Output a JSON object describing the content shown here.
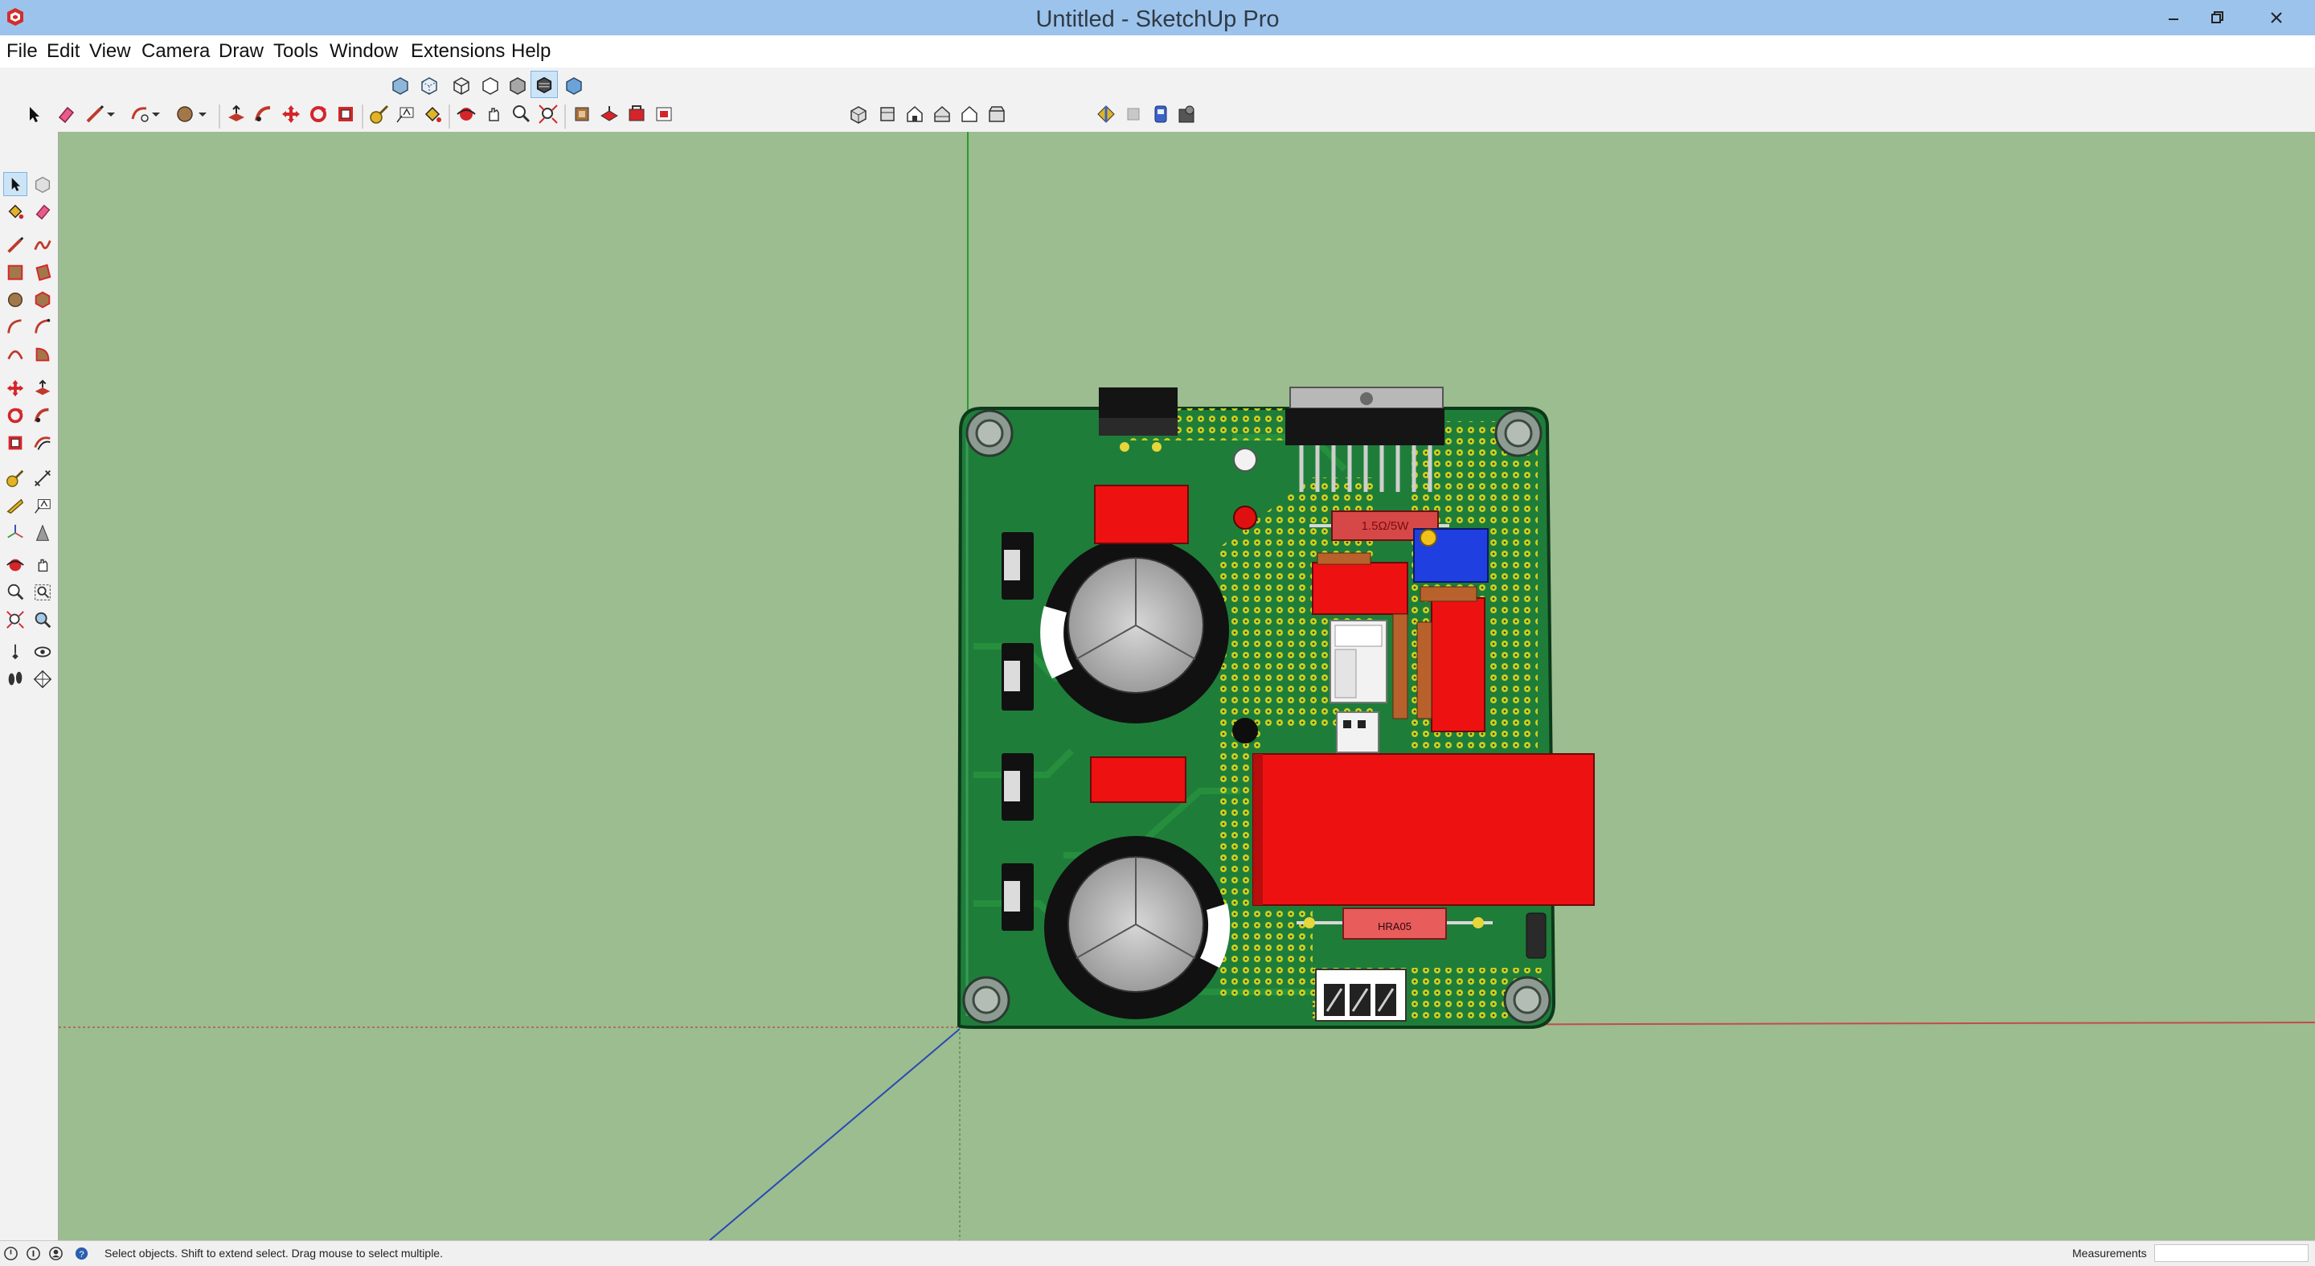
{
  "window": {
    "title": "Untitled - SketchUp Pro"
  },
  "menu": {
    "items": [
      "File",
      "Edit",
      "View",
      "Camera",
      "Draw",
      "Tools",
      "Window",
      "Extensions",
      "Help"
    ]
  },
  "model": {
    "resistor_top_label": "1.5Ω/5W",
    "resistor_bottom_label": "HRA05"
  },
  "status": {
    "hint": "Select objects. Shift to extend select. Drag mouse to select multiple."
  },
  "measurements": {
    "label": "Measurements",
    "value": ""
  },
  "colors": {
    "title_bar": "#9cc3ec",
    "viewport": "#9bbd8f",
    "pcb": "#1f7d3a",
    "component_red": "#ee1111",
    "trimmer_blue": "#1f3fe0",
    "axis_red": "#c44b4b",
    "axis_green": "#3c9a3c",
    "axis_blue": "#2a48b4"
  },
  "icons": {
    "app": "sketchup-logo-icon",
    "window": [
      "minimize-icon",
      "maximize-icon",
      "close-icon"
    ]
  }
}
